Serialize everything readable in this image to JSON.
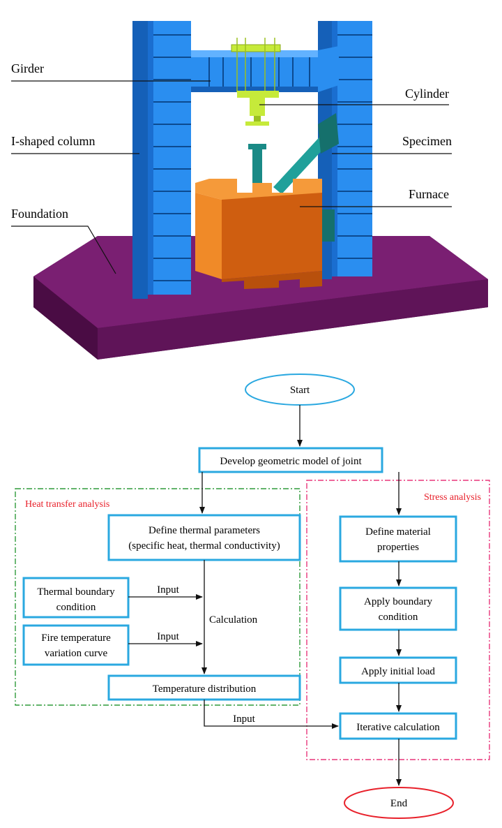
{
  "model": {
    "labels": {
      "girder": "Girder",
      "column": "I-shaped column",
      "foundation": "Foundation",
      "cylinder": "Cylinder",
      "specimen": "Specimen",
      "furnace": "Furnace"
    },
    "colors": {
      "foundation": "#6b1a66",
      "steel": "#1e88e8",
      "cylinder": "#c6ea3a",
      "specimen": "#1a8a86",
      "furnace": "#e57a18"
    }
  },
  "flowchart": {
    "start": "Start",
    "develop": "Develop geometric model of joint",
    "heat_region": "Heat transfer analysis",
    "stress_region": "Stress analysis",
    "define_thermal_line1": "Define thermal parameters",
    "define_thermal_line2": "(specific heat, thermal conductivity)",
    "thermal_boundary_line1": "Thermal boundary",
    "thermal_boundary_line2": "condition",
    "fire_curve_line1": "Fire temperature",
    "fire_curve_line2": "variation curve",
    "input1": "Input",
    "input2": "Input",
    "calculation": "Calculation",
    "temperature_distribution": "Temperature distribution",
    "input3": "Input",
    "material_line1": "Define material",
    "material_line2": "properties",
    "boundary_line1": "Apply boundary",
    "boundary_line2": "condition",
    "initial_load": "Apply initial load",
    "iterative": "Iterative calculation",
    "end": "End",
    "colors": {
      "box_border": "#2aa8e0",
      "heat_border": "#2e9a3a",
      "stress_border": "#e8357a",
      "heat_label": "#e8202a",
      "stress_label": "#e8202a",
      "start_border": "#2aa8e0",
      "end_border": "#e8202a"
    }
  }
}
